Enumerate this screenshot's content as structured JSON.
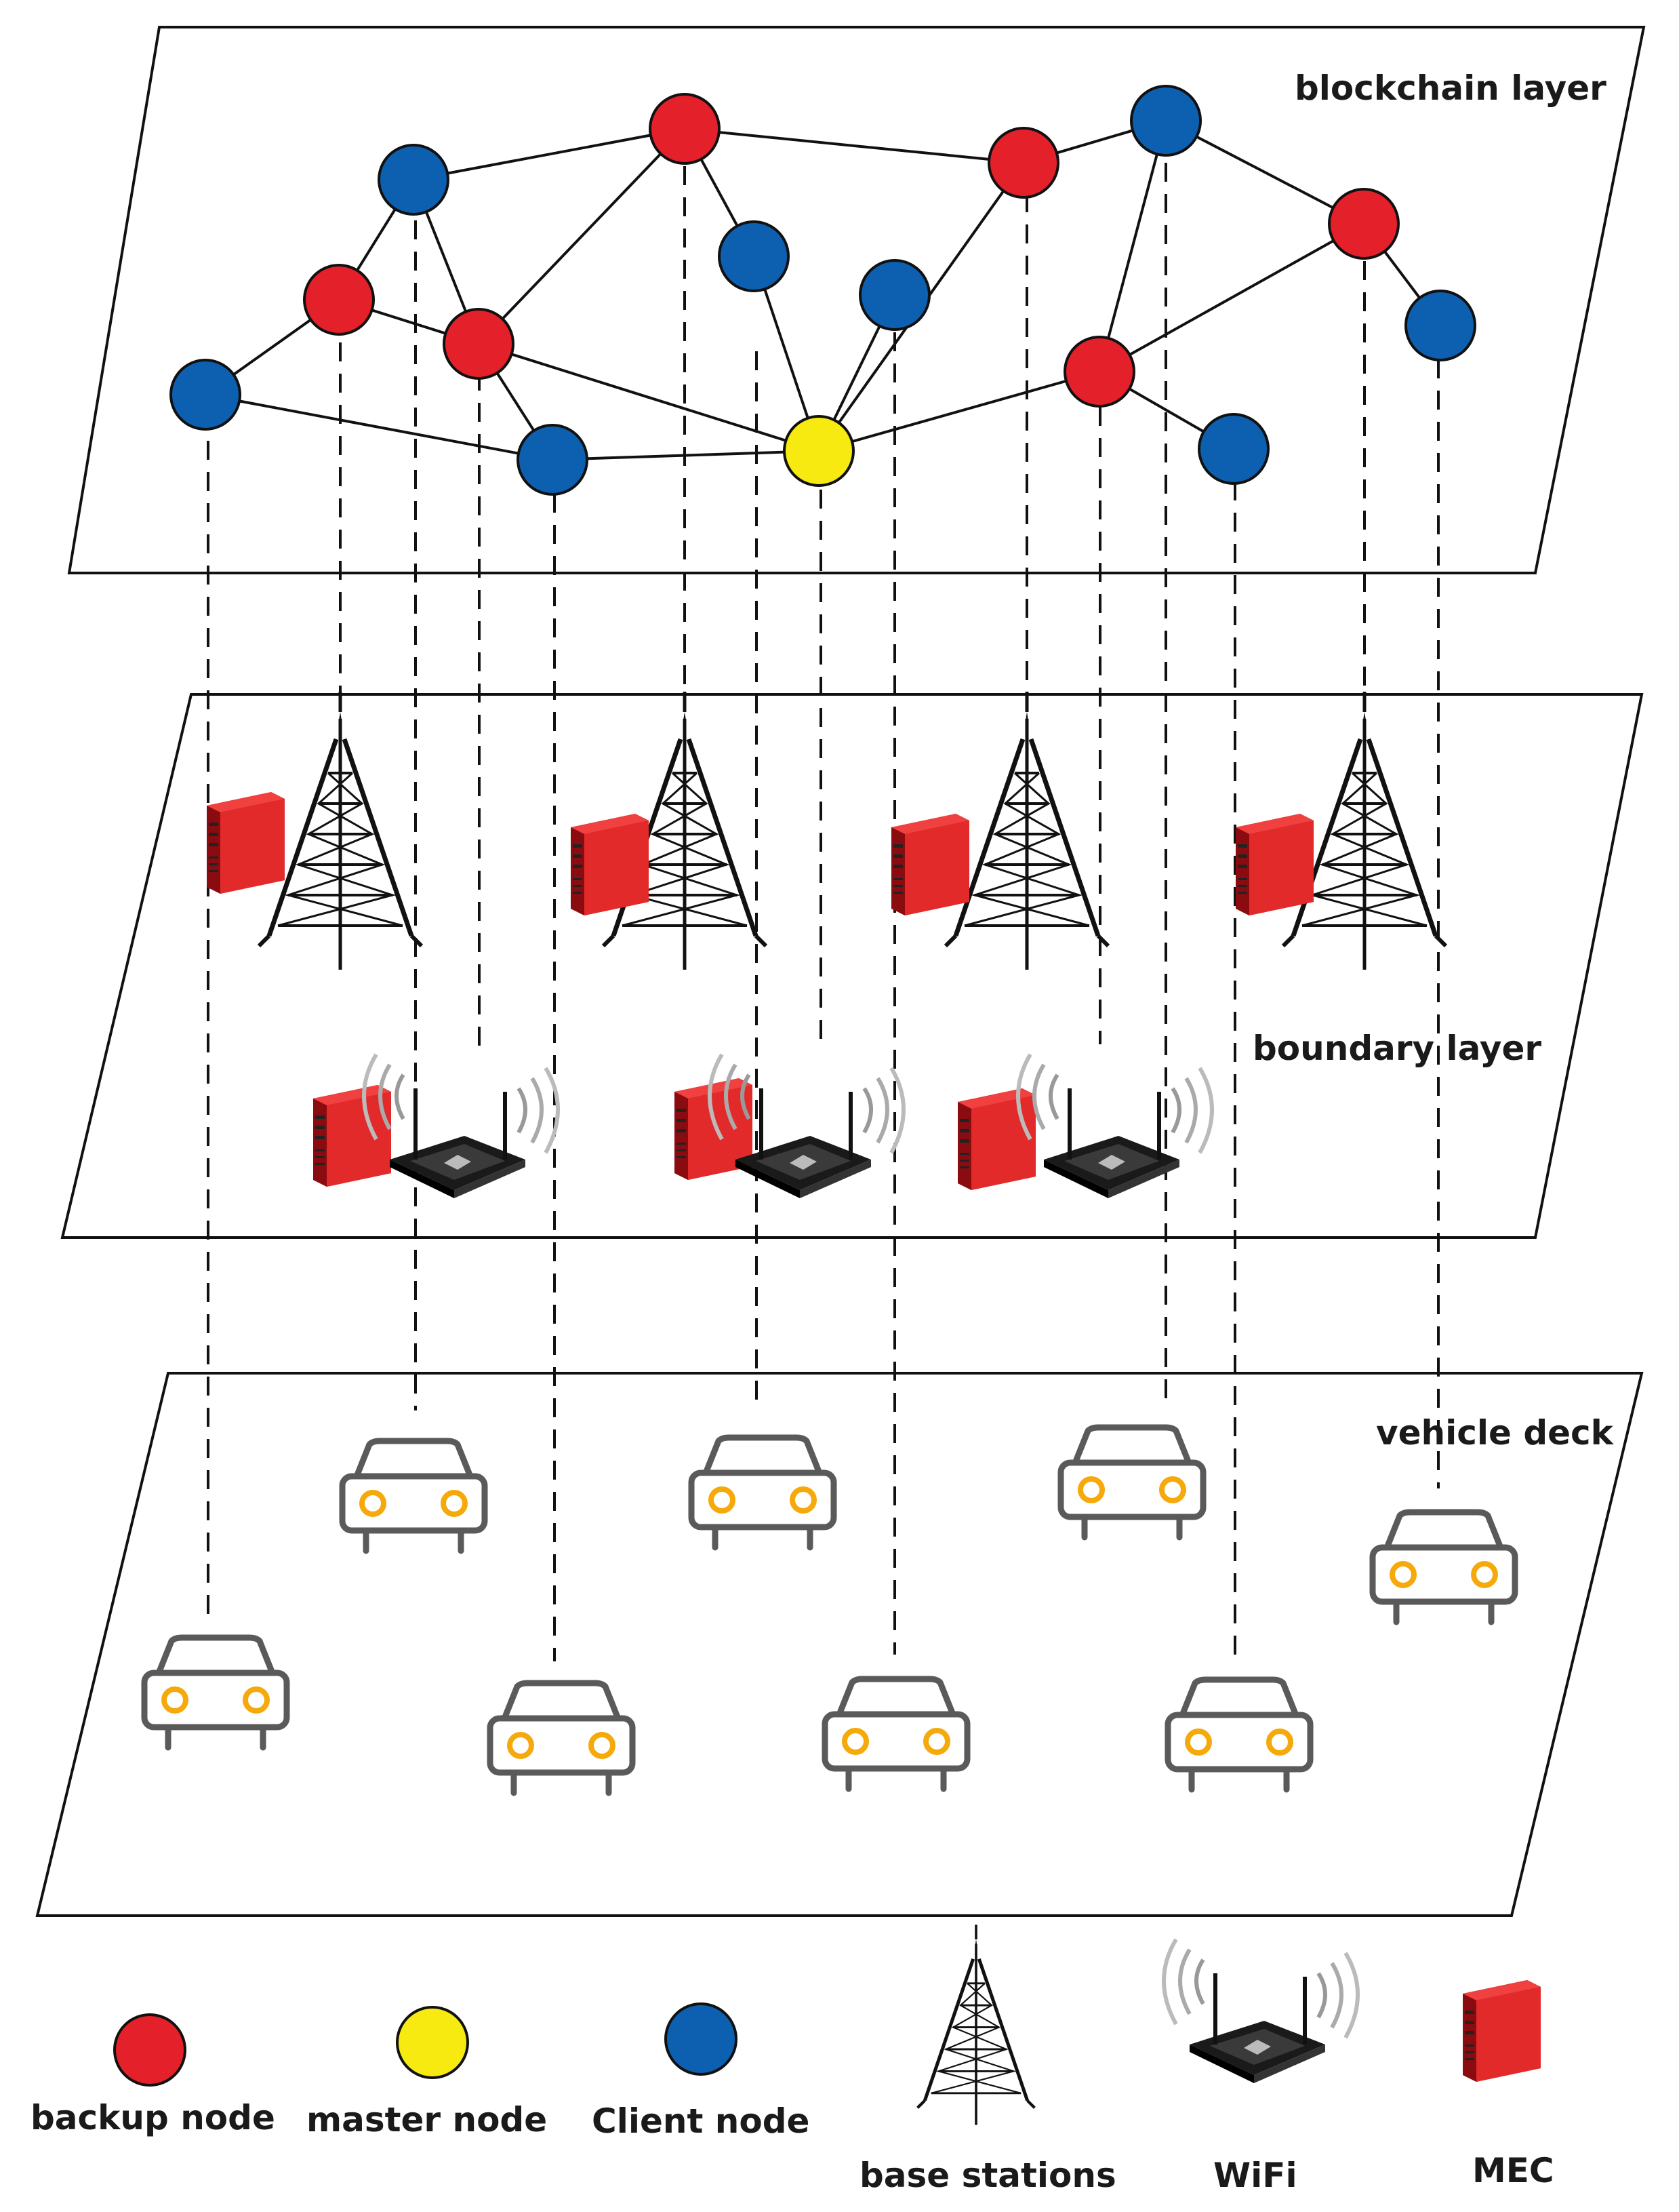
{
  "colors": {
    "backup": "#e4202a",
    "master": "#f6ea10",
    "client": "#0d5fb0",
    "mec": "#e02020",
    "car_lamp": "#f5a90b",
    "car_body": "#5a5a5a"
  },
  "layers": {
    "blockchain": "blockchain layer",
    "boundary": "boundary layer",
    "vehicle": "vehicle deck"
  },
  "legend": {
    "backup_node": "backup node",
    "master_node": "master node",
    "client_node": "Client node",
    "base_stations": "base stations",
    "wifi": "WiFi",
    "mec": "MEC"
  },
  "nodes": [
    {
      "id": "c1",
      "kind": "client"
    },
    {
      "id": "b1",
      "kind": "backup"
    },
    {
      "id": "c2",
      "kind": "client"
    },
    {
      "id": "b2",
      "kind": "backup"
    },
    {
      "id": "c3",
      "kind": "client"
    },
    {
      "id": "b3",
      "kind": "backup"
    },
    {
      "id": "c4",
      "kind": "client"
    },
    {
      "id": "m1",
      "kind": "master"
    },
    {
      "id": "c5",
      "kind": "client"
    },
    {
      "id": "b4",
      "kind": "backup"
    },
    {
      "id": "c6",
      "kind": "client"
    },
    {
      "id": "b5",
      "kind": "backup"
    },
    {
      "id": "c7",
      "kind": "client"
    },
    {
      "id": "b6",
      "kind": "backup"
    },
    {
      "id": "c8",
      "kind": "client"
    }
  ],
  "edges": [
    [
      "c1",
      "b1"
    ],
    [
      "c1",
      "c3"
    ],
    [
      "b1",
      "c2"
    ],
    [
      "b1",
      "b2"
    ],
    [
      "c2",
      "b2"
    ],
    [
      "c2",
      "b3"
    ],
    [
      "b2",
      "c3"
    ],
    [
      "b2",
      "m1"
    ],
    [
      "b2",
      "b3"
    ],
    [
      "c3",
      "m1"
    ],
    [
      "b3",
      "c4"
    ],
    [
      "b3",
      "b4"
    ],
    [
      "c4",
      "m1"
    ],
    [
      "m1",
      "c5"
    ],
    [
      "m1",
      "b4"
    ],
    [
      "m1",
      "b5"
    ],
    [
      "b4",
      "c6"
    ],
    [
      "b5",
      "c6"
    ],
    [
      "b5",
      "c7"
    ],
    [
      "b5",
      "b6"
    ],
    [
      "c6",
      "b6"
    ],
    [
      "b6",
      "c8"
    ]
  ]
}
